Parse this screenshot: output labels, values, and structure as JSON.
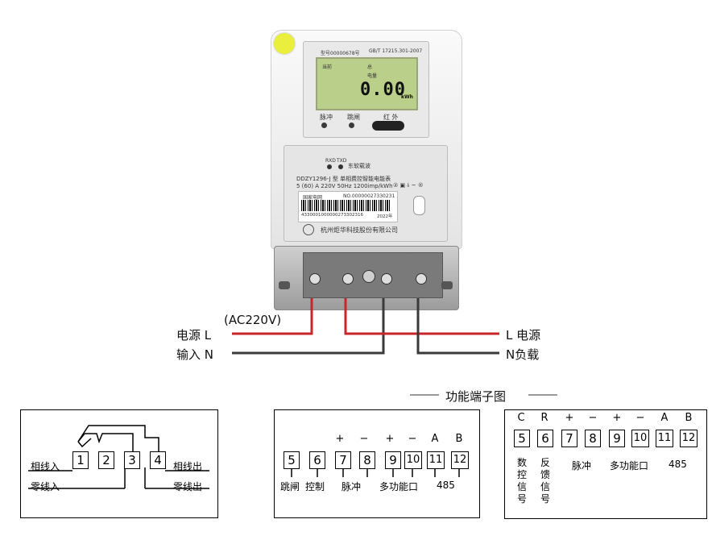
{
  "meter": {
    "model_code": "型号00000678号",
    "standard": "GB/T 17215.301-2007",
    "lcd_label_current": "当前",
    "lcd_label_total": "总",
    "lcd_label_power": "电量",
    "lcd_value": "0.00",
    "lcd_unit": "kWh",
    "indicator_pulse": "脉冲",
    "indicator_trip": "跳闸",
    "indicator_ir": "红 外",
    "rxd": "RXD",
    "txd": "TXD",
    "software_label": "东软载波",
    "model_line": "DDZY1296-J 型 单相费控智能电能表",
    "spec_line": "5 (60) A 220V 50Hz 1200imp/kWh",
    "grid_label": "国家电网",
    "serial_no": "NO.00000027330231",
    "barcode_text": "4330001000000273302316",
    "year": "2022年",
    "manufacturer": "杭州炬华科技股份有限公司"
  },
  "wiring": {
    "ac_label": "(AC220V)",
    "left_top": "电源 L",
    "left_bottom": "输入 N",
    "right_top": "L 电源",
    "right_bottom": "N负载"
  },
  "section_title": "功能端子图",
  "diagram_main": {
    "terminals": [
      "1",
      "2",
      "3",
      "4"
    ],
    "in_phase": "相线入",
    "in_neutral": "零线入",
    "out_phase": "相线出",
    "out_neutral": "零线出"
  },
  "diagram_func": {
    "terminals": [
      "5",
      "6",
      "7",
      "8",
      "9",
      "10",
      "11",
      "12"
    ],
    "polarity": [
      "",
      "",
      "+",
      "−",
      "+",
      "−",
      "A",
      "B"
    ],
    "labels": {
      "trip": "跳闸",
      "control": "控制",
      "pulse": "脉冲",
      "multi": "多功能口",
      "rs485": "485"
    }
  },
  "diagram_func2": {
    "terminals": [
      "5",
      "6",
      "7",
      "8",
      "9",
      "10",
      "11",
      "12"
    ],
    "polarity": [
      "C",
      "R",
      "+",
      "−",
      "+",
      "−",
      "A",
      "B"
    ],
    "label_data_ctrl": "数控信号",
    "label_feedback": "反馈信号",
    "label_pulse": "脉冲",
    "label_multi": "多功能口",
    "label_485": "485"
  },
  "colors": {
    "live": "#c8262b",
    "neutral": "#3a3a3a",
    "meter_body": "#f1f1f1",
    "lcd": "#b9cf8a"
  }
}
